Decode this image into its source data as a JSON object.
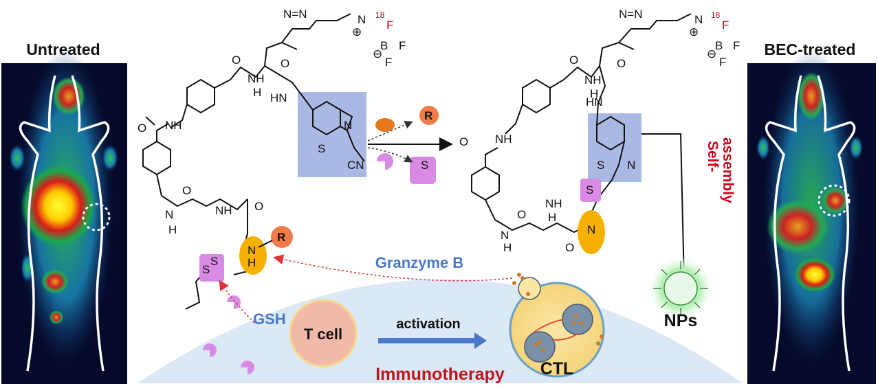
{
  "panels": {
    "left_title": "Untreated",
    "right_title": "BEC-treated"
  },
  "cell": {
    "tcell_label": "T cell",
    "ctl_label": "CTL",
    "activation_label": "activation",
    "immunotherapy_label": "Immunotherapy",
    "granzyme_label": "Granzyme B",
    "gsh_label": "GSH"
  },
  "assembly": {
    "self_label": "Self-",
    "assembly_label": "assembly",
    "nps_label": "NPs"
  },
  "chem": {
    "r_label": "R",
    "s_label": "S",
    "n_label": "N",
    "nh_label": "NH",
    "hn_label": "HN",
    "h_label": "H",
    "o_label": "O",
    "b_label": "B",
    "f_label": "F",
    "cn_label": "CN",
    "isotope_label": "18",
    "plus_label": "⊕",
    "minus_label": "⊖",
    "triazole_label": "N=N"
  },
  "colors": {
    "accent_red": "#d0021b",
    "granzyme_blue": "#4a78c8",
    "highlight_blue": "#aab9e3",
    "orange": "#f6b100",
    "r_orange": "#f07c4a",
    "pink": "#d98be3",
    "tcell": "#f2b8a8",
    "membrane": "#dbe8f5"
  }
}
